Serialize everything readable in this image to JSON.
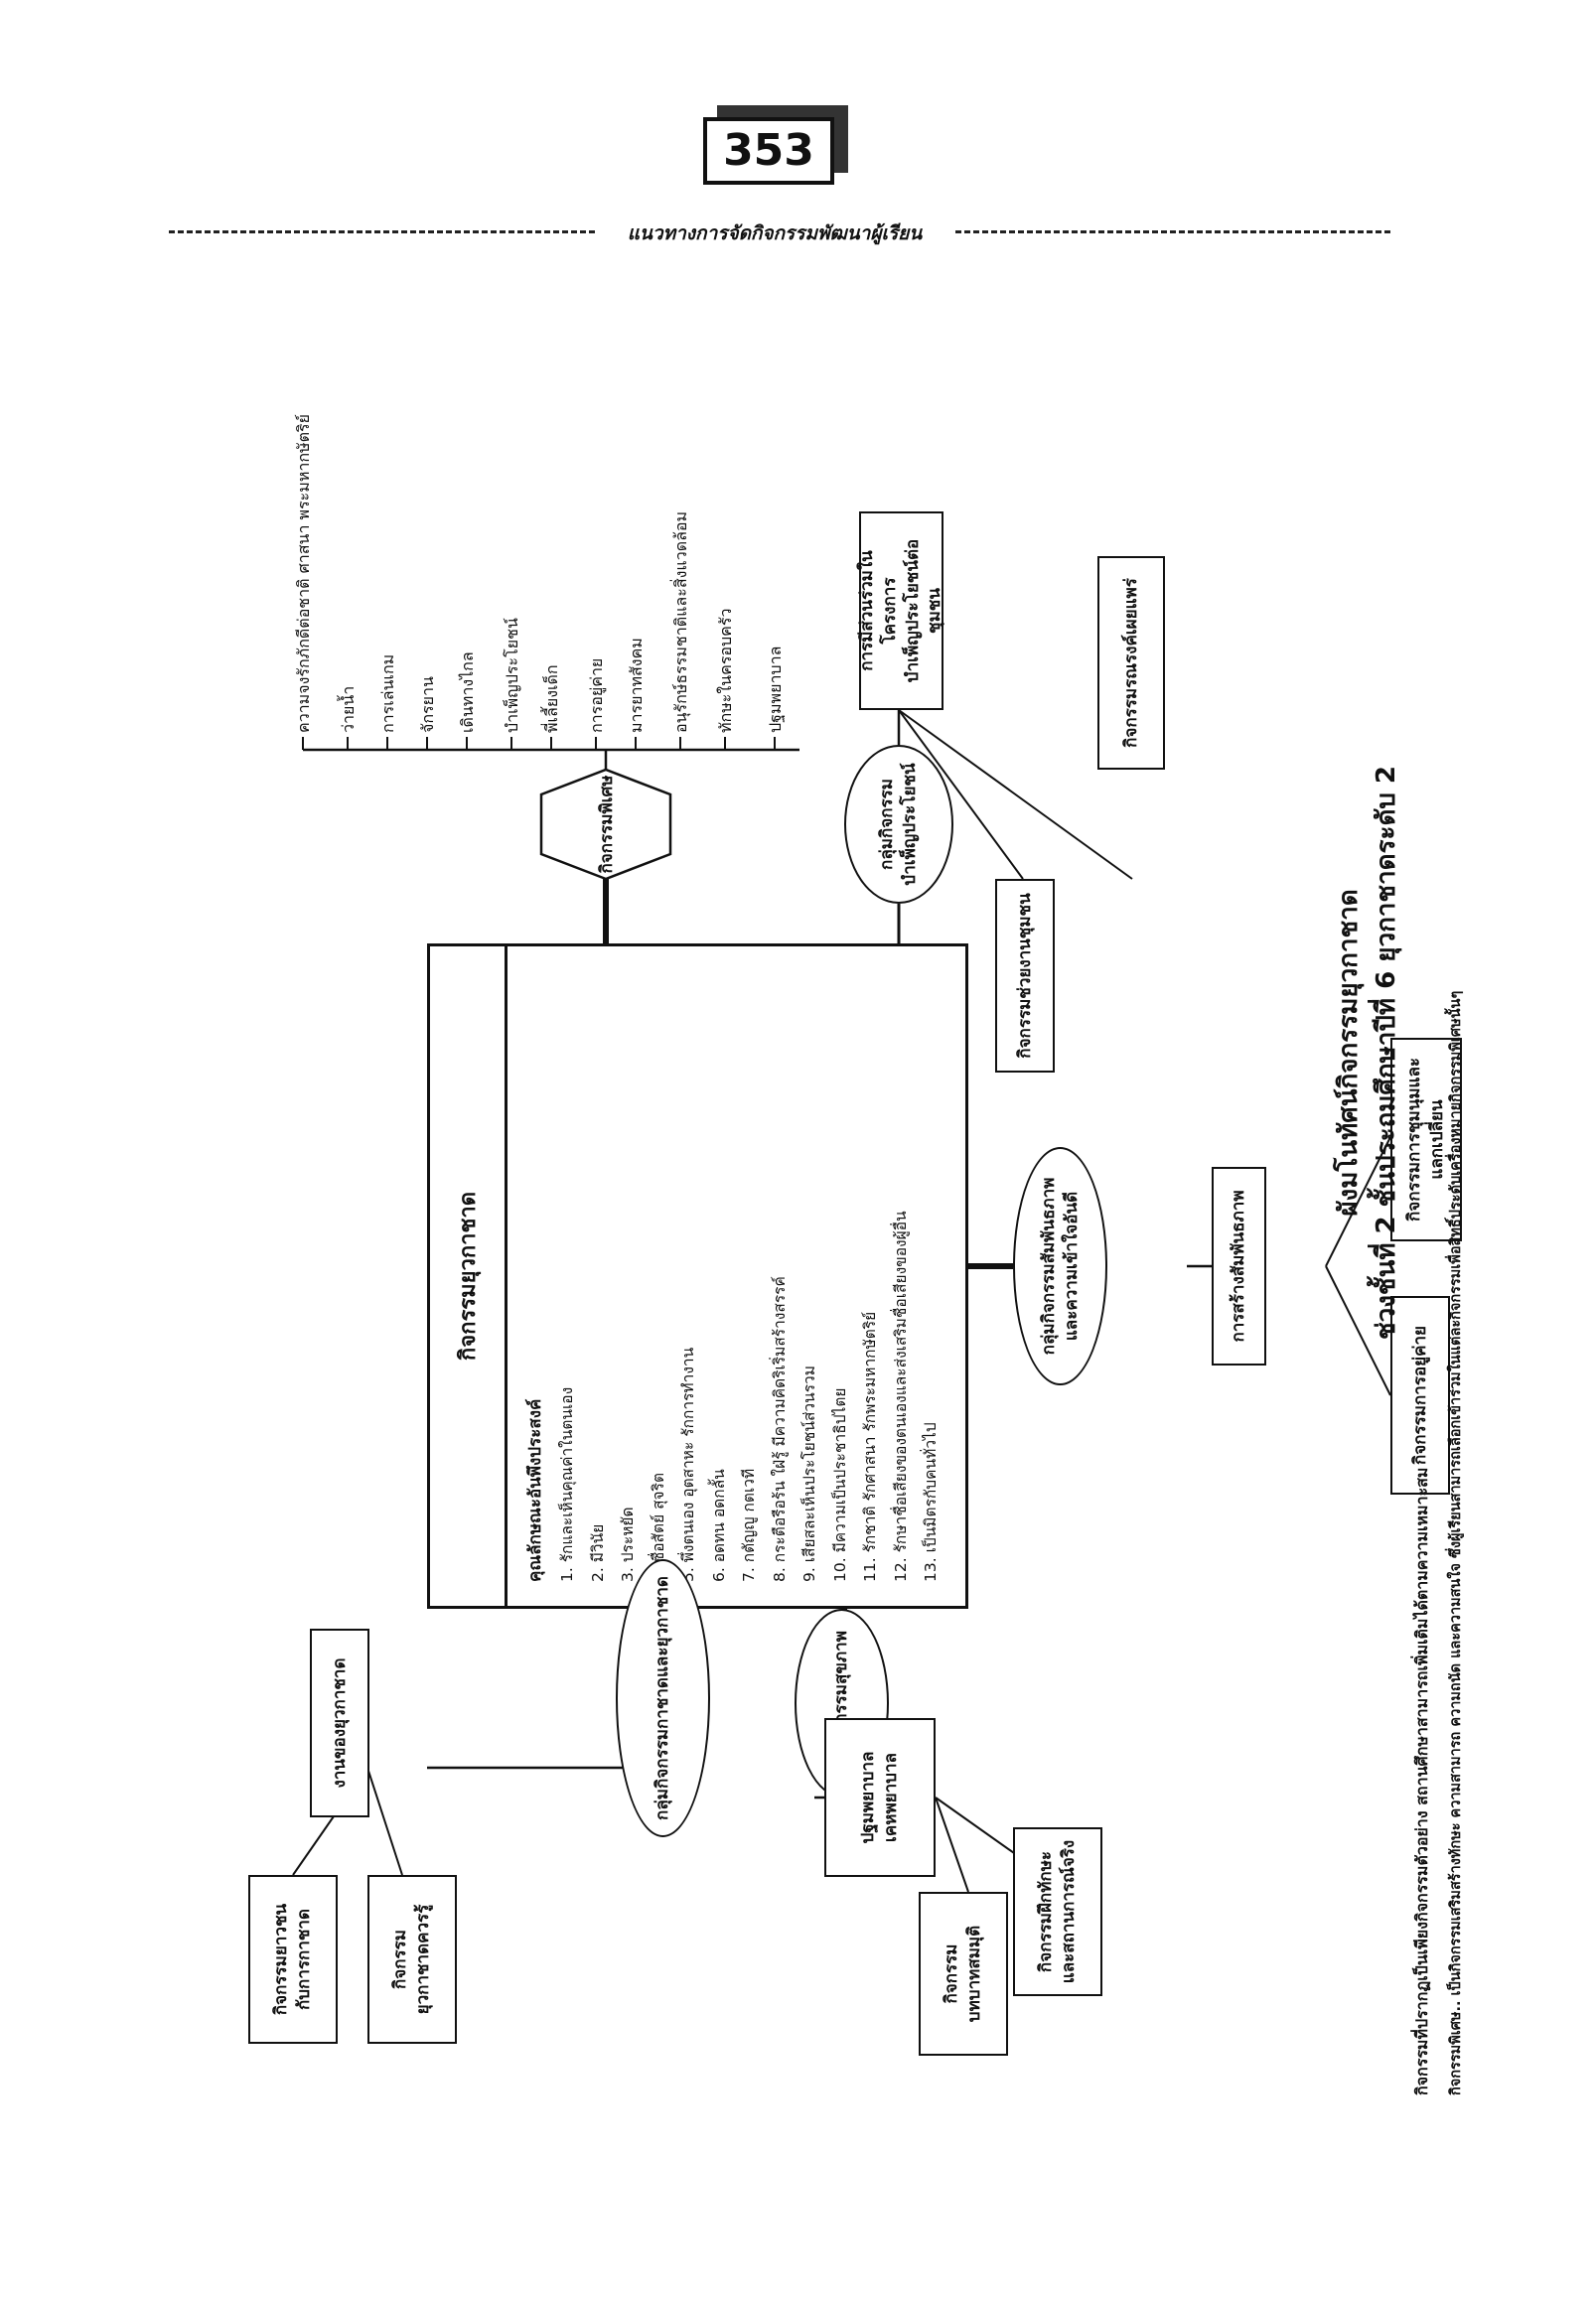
{
  "page_number": "353",
  "header": "แนวทางการจัดกิจกรรมพัฒนาผู้เรียน",
  "title_line1": "ผังมโนทัศน์กิจกรรมยุวกาชาด",
  "title_line2": "ช่วงชั้นที่ 2 ชั้นประถมศึกษาปีที่ 6 ยุวกาชาดระดับ 2",
  "center": {
    "title": "กิจกรรมยุวกาชาด",
    "virtues_heading": "คุณลักษณะอันพึงประสงค์",
    "virtues": [
      "1. รักและเห็นคุณค่าในตนเอง",
      "2. มีวินัย",
      "3. ประหยัด",
      "4. ซื่อสัตย์  สุจริต",
      "5. พึ่งตนเอง อุตสาหะ รักการทำงาน",
      "6. อดทน อดกลั้น",
      "7. กตัญญู กตเวที",
      "8. กระตือรือร้น ใฝ่รู้ มีความคิดริเริ่มสร้างสรรค์",
      "9. เสียสละเห็นประโยชน์ส่วนรวม",
      "10. มีความเป็นประชาธิปไตย",
      "11. รักชาติ รักศาสนา รักพระมหากษัตริย์",
      "12. รักษาชื่อเสียงของตนเองและส่งเสริมชื่อเสียงของผู้อื่น",
      "13. เป็นมิตรกับคนทั่วไป"
    ]
  },
  "groups": {
    "history": {
      "label": "กลุ่มกิจกรรมกาชาดและยุวกาชาด",
      "sub": "งานของยุวกาชาด",
      "leaves": [
        "กิจกรรมยาวชน\nกับการกาชาด",
        "กิจกรรม\nยุวกาชาดควรรู้"
      ]
    },
    "health": {
      "label": "กลุ่มกิจกรรมสุขภาพ",
      "sub": "ปฐมพยาบาล\nเคหพยาบาล",
      "leaves": [
        "กิจกรรมฝึกทักษะ\nและสถานการณ์จริง",
        "กิจกรรม\nบทบาทสมมุติ"
      ]
    },
    "special": {
      "label": "กิจกรรมพิเศษ",
      "items": [
        "ความจงรักภักดีต่อชาติ ศาสนา พระมหากษัตริย์",
        "ว่ายน้ำ",
        "การเล่นเกม",
        "จักรยาน",
        "เดินทางไกล",
        "บำเพ็ญประโยชน์",
        "พี่เลี้ยงเด็ก",
        "การอยู่ค่าย",
        "มารยาทสังคม",
        "อนุรักษ์ธรรมชาติและสิ่งแวดล้อม",
        "ทักษะในครอบครัว",
        "ปฐมพยาบาล"
      ]
    },
    "service": {
      "label": "กลุ่มกิจกรรม\nบำเพ็ญประโยชน์",
      "sub": "การมีส่วนร่วมในโครงการ\nบำเพ็ญประโยชน์ต่อชุมชน",
      "leaves": [
        "กิจกรรมช่วยงานชุมชน",
        "กิจกรรมรณรงค์เผยแพร่"
      ]
    },
    "relations": {
      "label": "กลุ่มกิจกรรมสัมพันธภาพ\nและความเข้าใจอันดี",
      "sub": "การสร้างสัมพันธภาพ",
      "leaves": [
        "กิจกรรมการอยู่ค่าย",
        "กิจกรรมการชุมนุมและ\nแลกเปลี่ยน"
      ]
    }
  },
  "footer": {
    "line1": "กิจกรรมที่ปรากฏเป็นเพียงกิจกรรมตัวอย่าง สถานศึกษาสามารถเพิ่มเติมได้ตามความเหมาะสม",
    "line2": "กิจกรรมพิเศษ.. เป็นกิจกรรมเสริมสร้างทักษะ ความสามารถ ความถนัด และความสนใจ ซึ่งผู้เรียนสามารถเลือกเข้าร่วมในแต่ละกิจกรรมเพื่อสิทธิ์ประดับเครื่องหมายกิจกรรมพิเศษนั้นๆ"
  }
}
